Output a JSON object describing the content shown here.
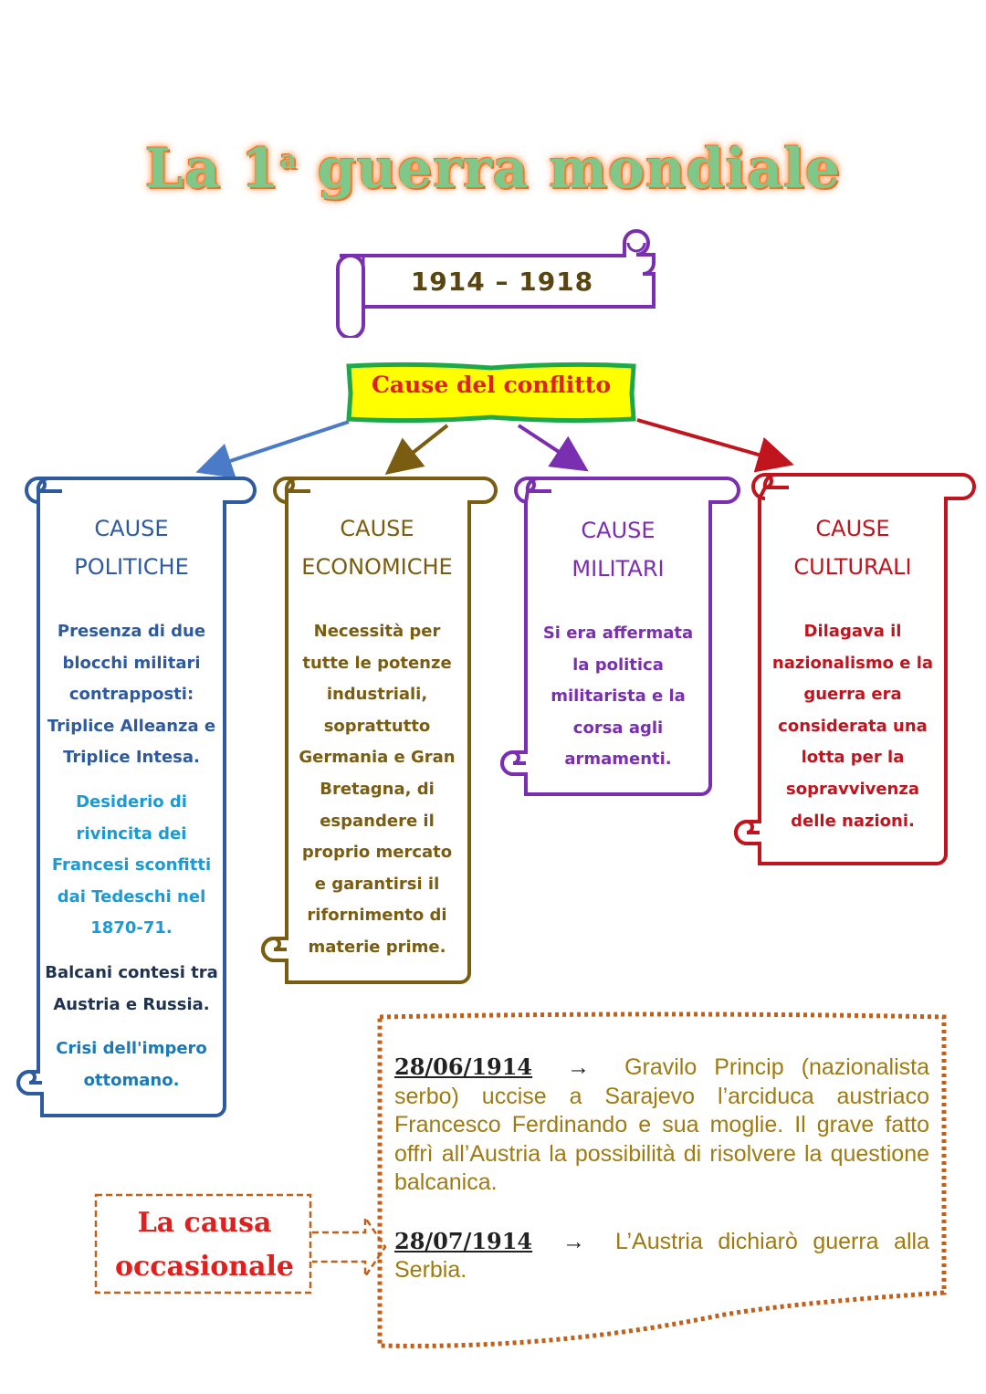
{
  "title": {
    "main": "La 1",
    "sup": "a",
    "rest": " guerra mondiale"
  },
  "years": "1914 – 1918",
  "causes_header": "Cause del conflitto",
  "colors": {
    "politiche": "#2e5aa0",
    "economiche": "#7a5d10",
    "militari": "#7a2eb0",
    "culturali": "#c0141e",
    "light_blue": "#1a9ad6",
    "arrow_blue": "#4a7ac8",
    "header_fill": "#ffff00",
    "header_border": "#1fa84a",
    "event_text": "#a07a10"
  },
  "columns": [
    {
      "title1": "CAUSE",
      "title2": "POLITICHE",
      "paragraphs": [
        "Presenza di due blocchi militari contrapposti: Triplice Alleanza e Triplice Intesa.",
        "Desiderio di rivincita dei Francesi sconfitti dai Tedeschi nel 1870-71.",
        "Balcani contesi tra Austria e Russia.",
        "Crisi dell'impero ottomano."
      ]
    },
    {
      "title1": "CAUSE",
      "title2": "ECONOMICHE",
      "paragraphs": [
        "Necessità per tutte le potenze industriali, soprattutto Germania e Gran Bretagna, di espandere il proprio mercato e garantirsi il rifornimento di materie prime."
      ]
    },
    {
      "title1": "CAUSE",
      "title2": "MILITARI",
      "paragraphs": [
        "Si era affermata la politica militarista e la corsa agli armamenti."
      ]
    },
    {
      "title1": "CAUSE",
      "title2": "CULTURALI",
      "paragraphs": [
        "Dilagava il nazionalismo e la guerra era considerata una lotta per la sopravvivenza delle nazioni."
      ]
    }
  ],
  "occasional_cause": {
    "line1": "La causa",
    "line2": "occasionale"
  },
  "events": [
    {
      "date": "28/06/1914",
      "arrow": "→",
      "text": "Gravilo Princip (nazionalista serbo) uccise a Sarajevo l’arciduca austriaco Francesco Ferdinando e sua moglie. Il grave fatto offrì all’Austria la possibilità di risolvere la questione balcanica."
    },
    {
      "date": "28/07/1914",
      "arrow": "→",
      "text": "L’Austria dichiarò guerra alla Serbia."
    }
  ]
}
